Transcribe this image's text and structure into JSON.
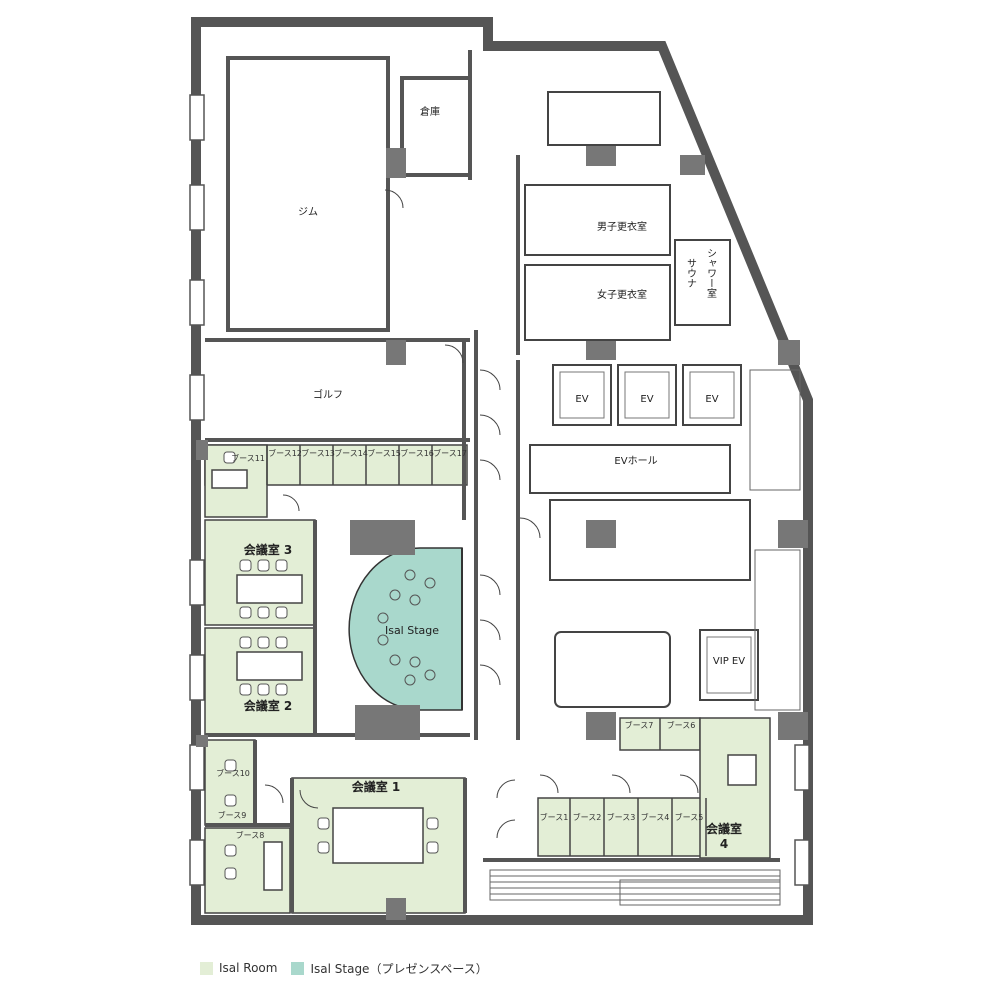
{
  "colors": {
    "room": "#e3eed6",
    "stage": "#a9d8cc",
    "wall": "#555555",
    "column": "#777777",
    "line": "#333333"
  },
  "rooms": {
    "gym": "ジム",
    "storage": "倉庫",
    "golf": "ゴルフ",
    "mens_locker": "男子更衣室",
    "womens_locker": "女子更衣室",
    "sauna": "サウナ",
    "shower": "シャワー室",
    "ev": "EV",
    "ev_hall": "EVホール",
    "vip_ev": "VIP EV",
    "stage": "Isal Stage",
    "meeting3": "会議室 3",
    "meeting2": "会議室 2",
    "meeting1": "会議室 1",
    "meeting4_line1": "会議室",
    "meeting4_line2": "4"
  },
  "booths": {
    "b11": "ブース11",
    "b12": "ブース12",
    "b13": "ブース13",
    "b14": "ブース14",
    "b15": "ブース15",
    "b16": "ブース16",
    "b17": "ブース17",
    "b10": "ブース10",
    "b9": "ブース9",
    "b8": "ブース8",
    "b7": "ブース7",
    "b6": "ブース6",
    "b1": "ブース1",
    "b2": "ブース2",
    "b3": "ブース3",
    "b4": "ブース4",
    "b5": "ブース5"
  },
  "legend": {
    "room": "Isal Room",
    "stage": "Isal Stage（プレゼンスペース）"
  }
}
